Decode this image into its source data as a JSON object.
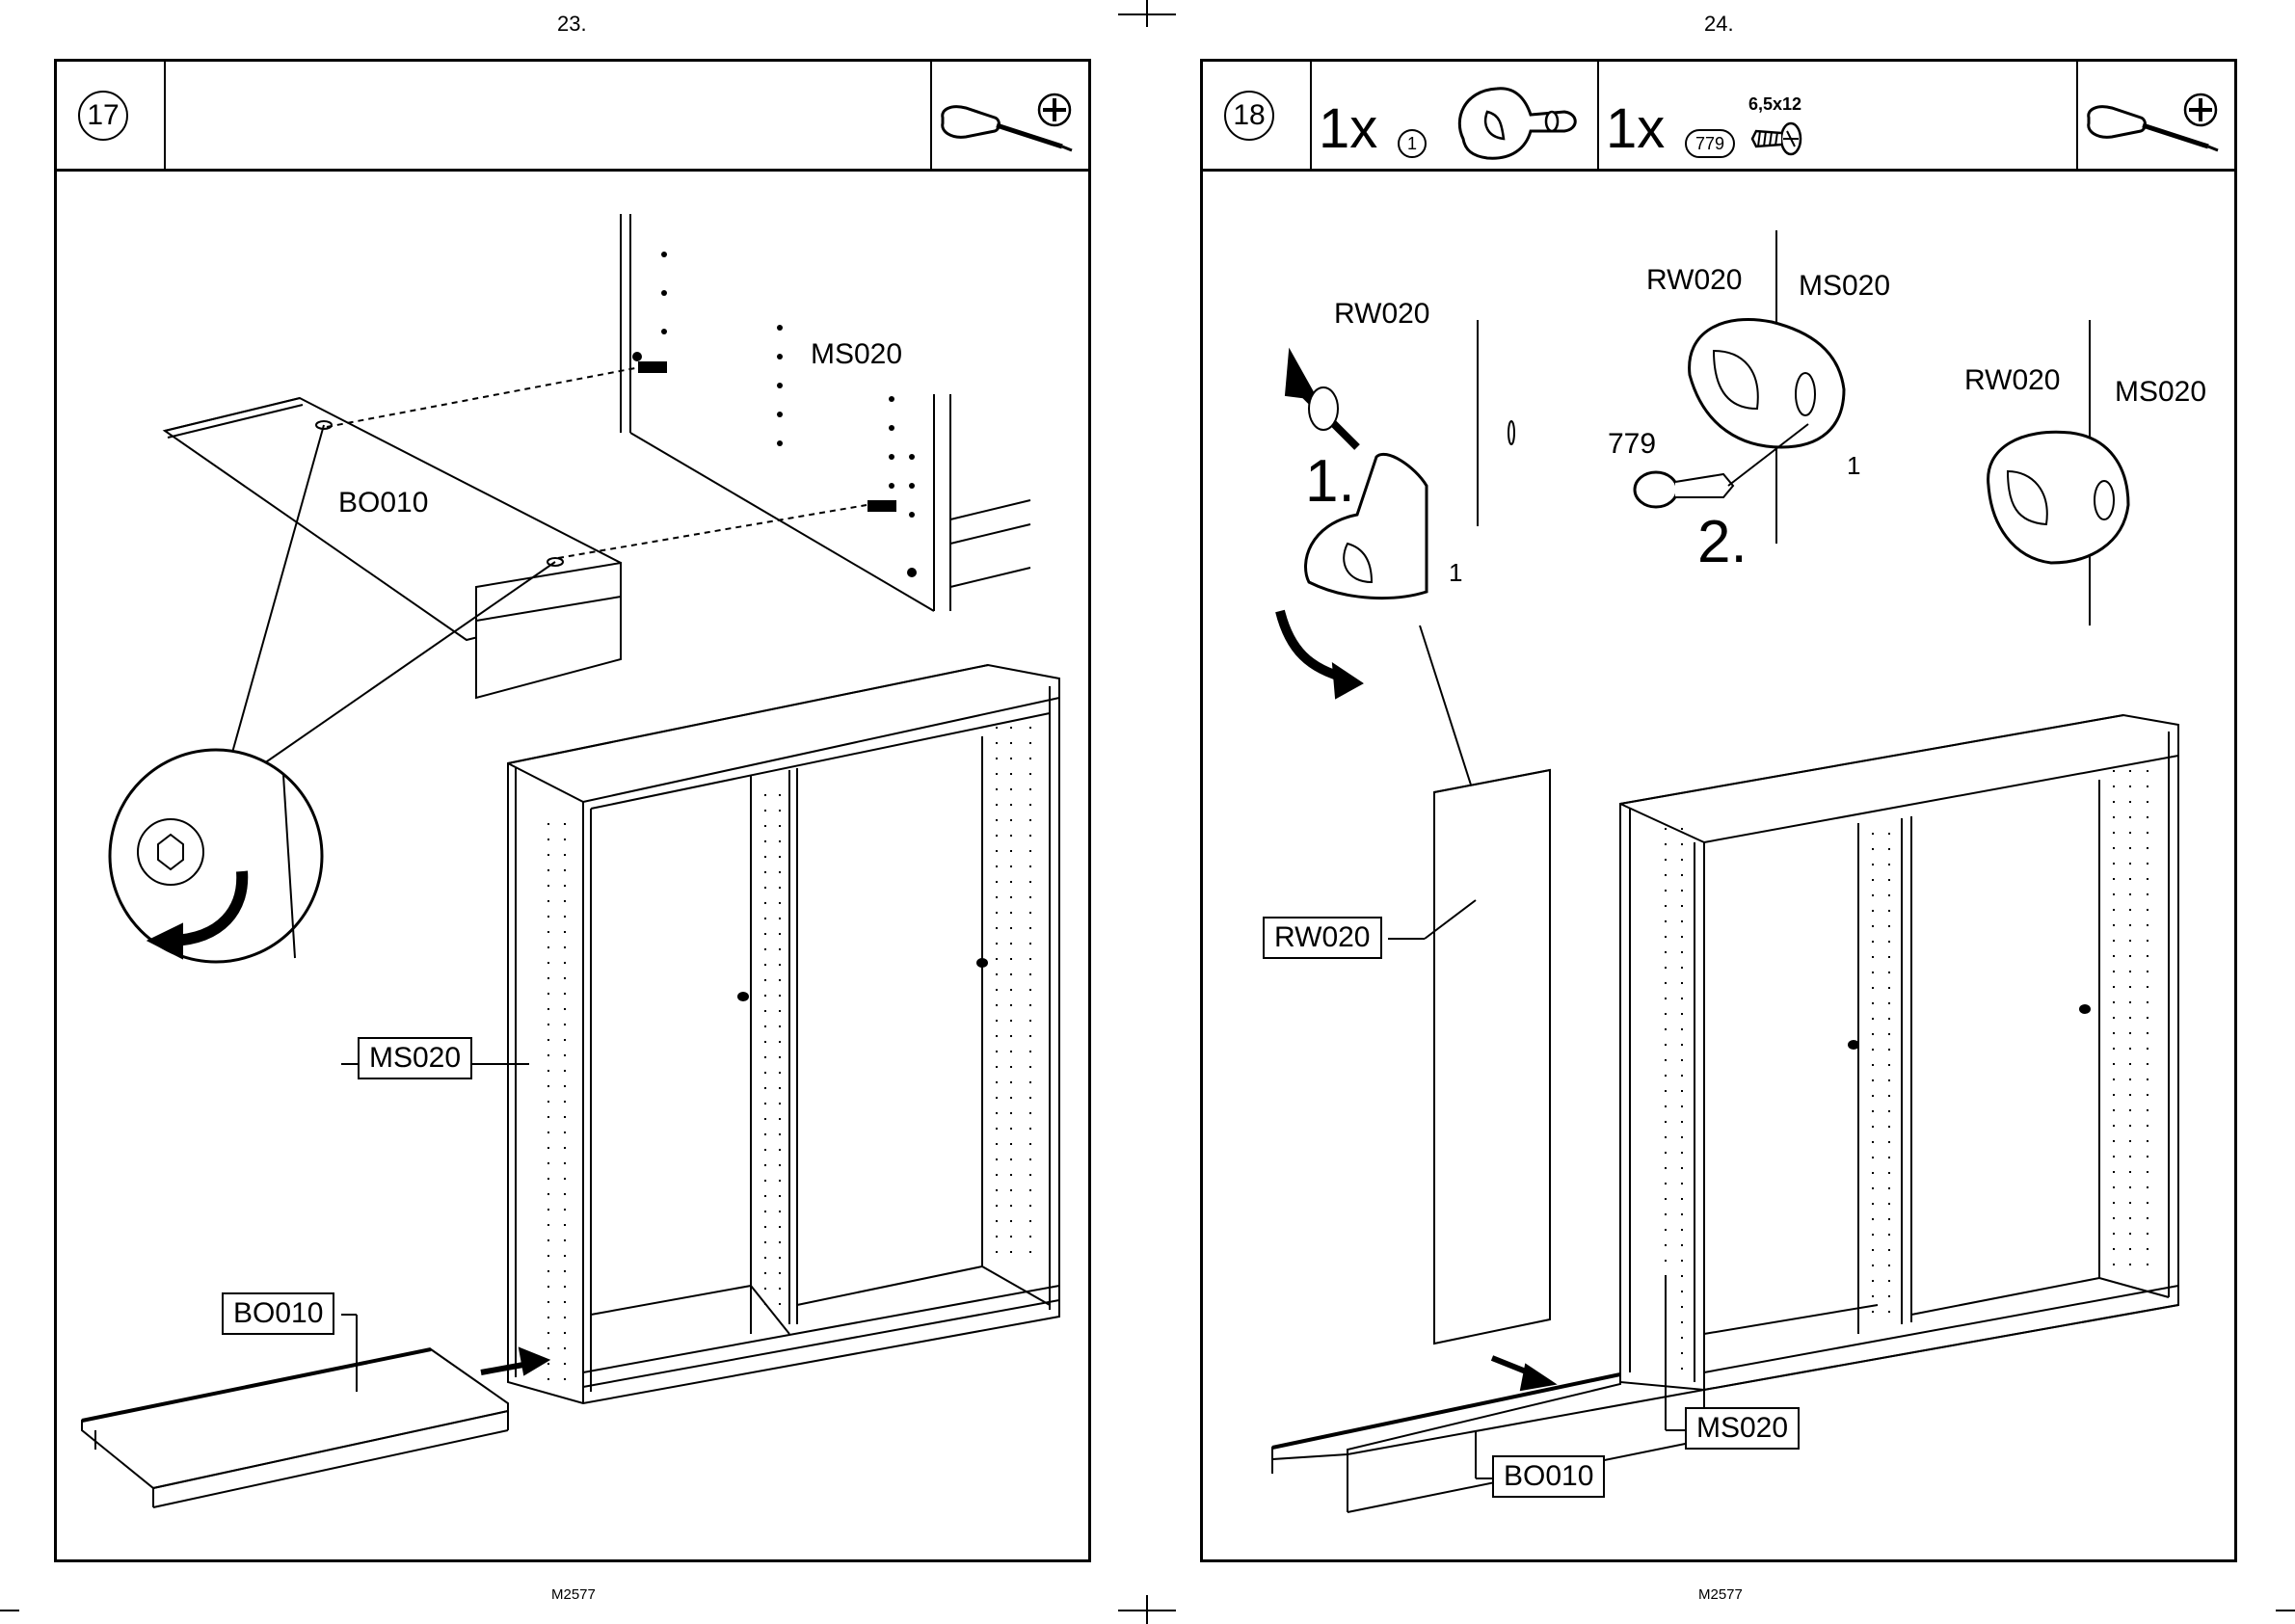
{
  "pages": [
    {
      "page_number": "23.",
      "step": "17",
      "labels": {
        "ms020_top": "MS020",
        "bo010_top": "BO010",
        "ms020_box": "MS020",
        "bo010_box": "BO010"
      },
      "footer": "M2577"
    },
    {
      "page_number": "24.",
      "step": "18",
      "parts": [
        {
          "qty": "1x",
          "part_id": "1"
        },
        {
          "qty": "1x",
          "part_id": "779",
          "size": "6,5x12"
        }
      ],
      "labels": {
        "rw020_a": "RW020",
        "rw020_b": "RW020",
        "ms020_b": "MS020",
        "rw020_c": "RW020",
        "ms020_c": "MS020",
        "screw_779": "779",
        "part_1_a": "1",
        "part_1_b": "1",
        "step_1": "1.",
        "step_2": "2.",
        "rw020_box": "RW020",
        "ms020_box": "MS020",
        "bo010_box": "BO010"
      },
      "footer": "M2577"
    }
  ],
  "icons": [
    "screwdriver-icon",
    "phillips-head-icon",
    "connector-fitting-icon",
    "screw-icon"
  ]
}
